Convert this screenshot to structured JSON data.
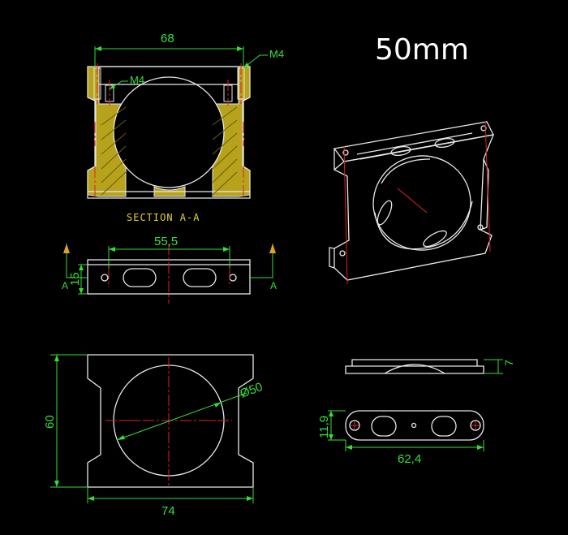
{
  "title": "50mm",
  "section_label": "SECTION A-A",
  "top_view": {
    "width_dim": "68",
    "thread_outer": "M4",
    "thread_inner": "M4"
  },
  "side_view": {
    "span_dim": "55,5",
    "height_dim": "15",
    "cut_left": "A",
    "cut_right": "A"
  },
  "front_view": {
    "height_dim": "60",
    "width_dim": "74",
    "bore_dim": "Ø50"
  },
  "bottom_view": {
    "thickness_dim": "7",
    "height_dim": "11,9",
    "width_dim": "62,4"
  },
  "colors": {
    "background": "#000000",
    "lines": "#e8e8e8",
    "dimensions": "#35e035",
    "centerlines": "#e02020",
    "section_fill": "#b7a21c"
  }
}
